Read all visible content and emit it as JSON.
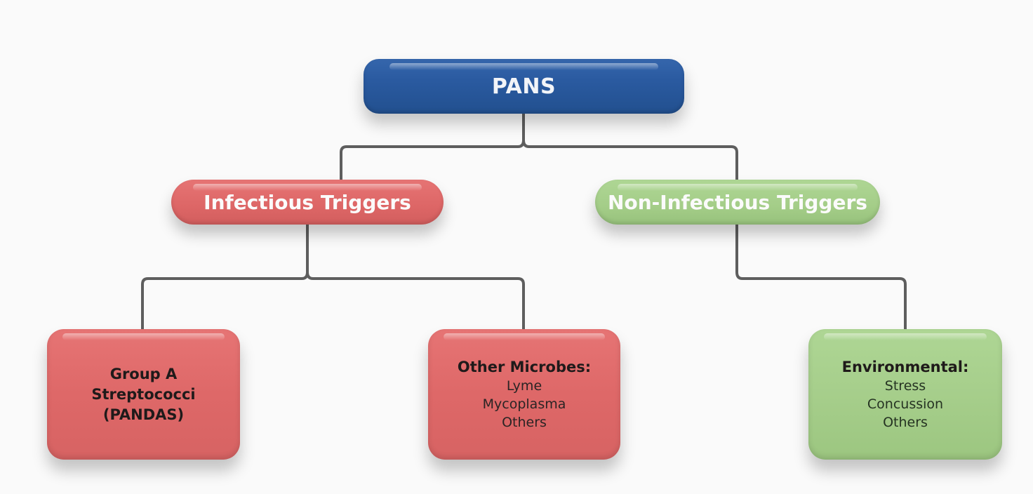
{
  "diagram": {
    "type": "hierarchy",
    "colors": {
      "root": "#2a5aa0",
      "infectious": "#e06a6a",
      "non_infectious": "#a5cf8a",
      "connector": "#5e5e5e",
      "background": "#fafafa"
    },
    "root": {
      "label": "PANS"
    },
    "branches": [
      {
        "label": "Infectious Triggers",
        "color_key": "infectious",
        "children": [
          {
            "title_lines": [
              "Group A",
              "Streptococci",
              "(PANDAS)"
            ],
            "items": []
          },
          {
            "title_lines": [
              "Other Microbes:"
            ],
            "items": [
              "Lyme",
              "Mycoplasma",
              "Others"
            ]
          }
        ]
      },
      {
        "label": "Non-Infectious Triggers",
        "color_key": "non_infectious",
        "children": [
          {
            "title_lines": [
              "Environmental:"
            ],
            "items": [
              "Stress",
              "Concussion",
              "Others"
            ]
          }
        ]
      }
    ]
  }
}
